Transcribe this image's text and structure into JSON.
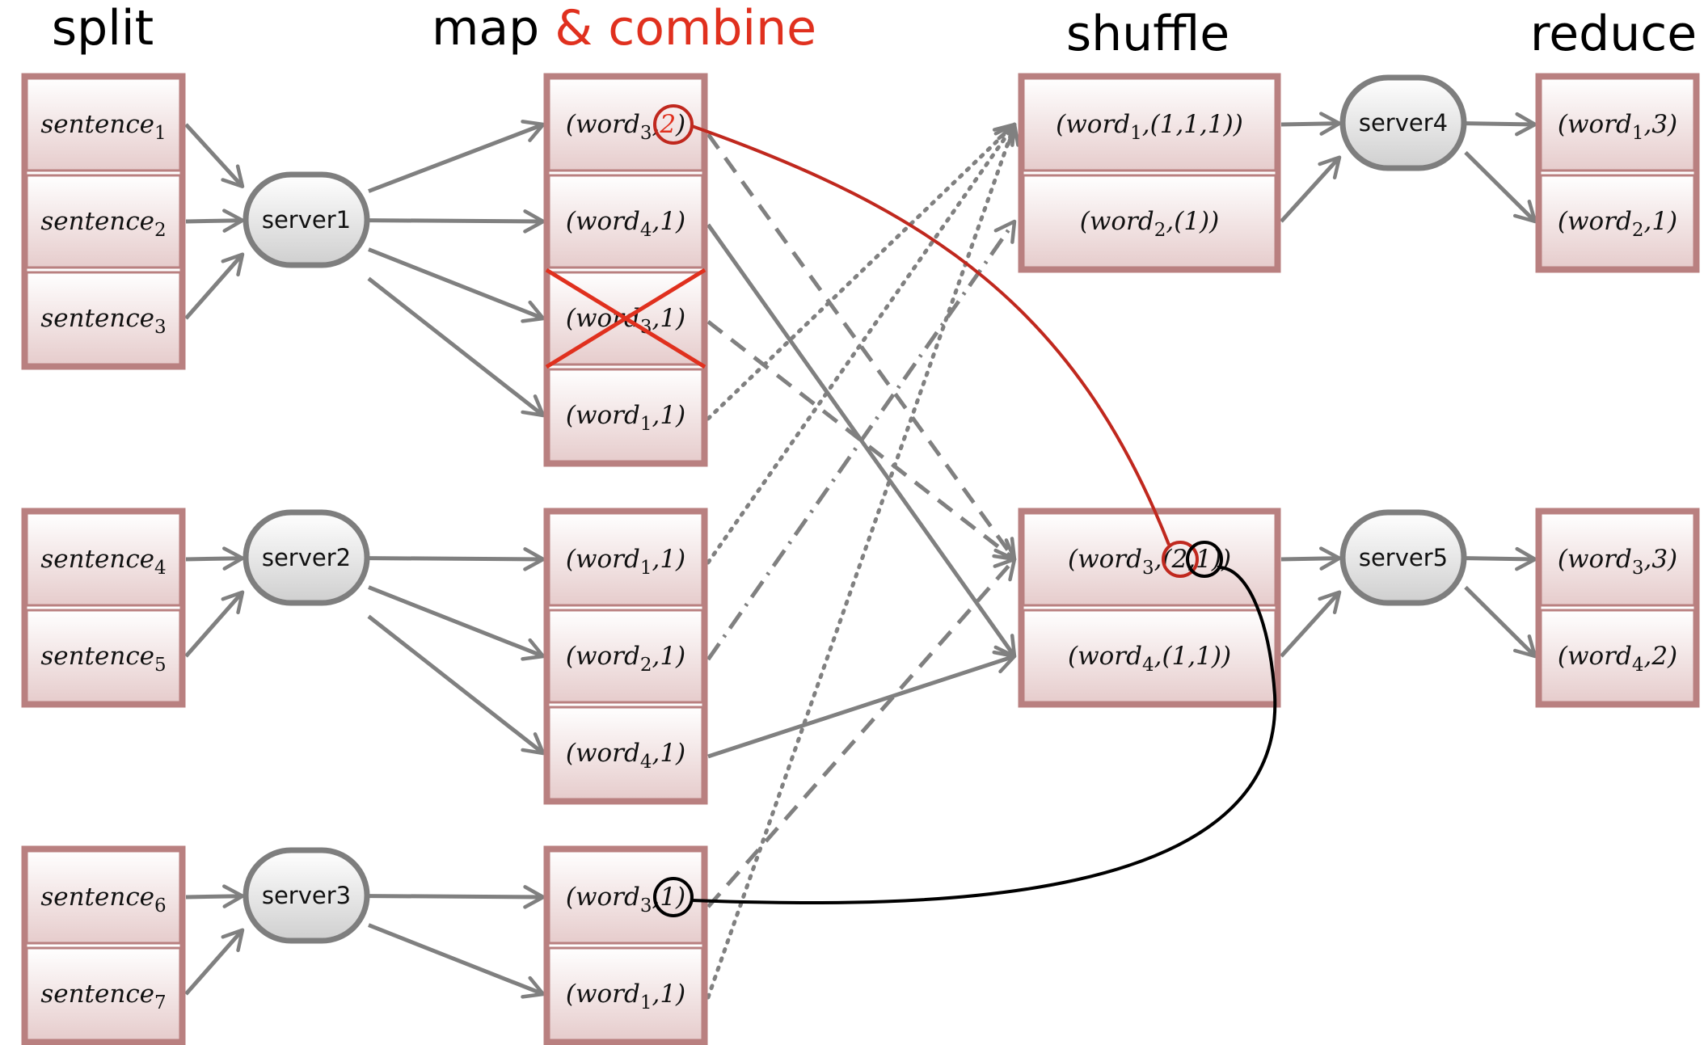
{
  "headers": {
    "split": "split",
    "map": "map",
    "combine": "& combine",
    "shuffle": "shuffle",
    "reduce": "reduce"
  },
  "colors": {
    "box_border": "#b98080",
    "arrow": "#808080",
    "highlight_red": "#e0301e",
    "combine_arc": "#c0281e",
    "shuffle_arc": "#000000"
  },
  "split": [
    {
      "word": "sentence",
      "sub": "1"
    },
    {
      "word": "sentence",
      "sub": "2"
    },
    {
      "word": "sentence",
      "sub": "3"
    },
    {
      "word": "sentence",
      "sub": "4"
    },
    {
      "word": "sentence",
      "sub": "5"
    },
    {
      "word": "sentence",
      "sub": "6"
    },
    {
      "word": "sentence",
      "sub": "7"
    }
  ],
  "map_servers": [
    "server1",
    "server2",
    "server3"
  ],
  "map": [
    {
      "word": "word",
      "sub": "3",
      "val": "2",
      "highlight": "red"
    },
    {
      "word": "word",
      "sub": "4",
      "val": "1"
    },
    {
      "word": "word",
      "sub": "3",
      "val": "1",
      "crossed": true
    },
    {
      "word": "word",
      "sub": "1",
      "val": "1"
    },
    {
      "word": "word",
      "sub": "1",
      "val": "1"
    },
    {
      "word": "word",
      "sub": "2",
      "val": "1"
    },
    {
      "word": "word",
      "sub": "4",
      "val": "1"
    },
    {
      "word": "word",
      "sub": "3",
      "val": "1",
      "highlight": "black"
    },
    {
      "word": "word",
      "sub": "1",
      "val": "1"
    }
  ],
  "shuffle": [
    {
      "word": "word",
      "sub": "1",
      "val": "(1,1,1)"
    },
    {
      "word": "word",
      "sub": "2",
      "val": "(1)"
    },
    {
      "word": "word",
      "sub": "3",
      "val": "(2,1)"
    },
    {
      "word": "word",
      "sub": "4",
      "val": "(1,1)"
    }
  ],
  "reduce_servers": [
    "server4",
    "server5"
  ],
  "reduce": [
    {
      "word": "word",
      "sub": "1",
      "val": "3"
    },
    {
      "word": "word",
      "sub": "2",
      "val": "1"
    },
    {
      "word": "word",
      "sub": "3",
      "val": "3"
    },
    {
      "word": "word",
      "sub": "4",
      "val": "2"
    }
  ]
}
